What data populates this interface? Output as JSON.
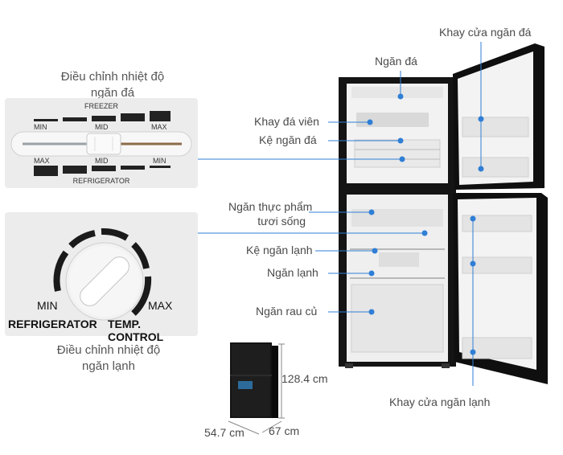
{
  "freezer_dial_caption": [
    "Điều chỉnh nhiệt độ",
    "ngăn đá"
  ],
  "freezer_dial": {
    "top_label": "FREEZER",
    "top_scale": [
      "MIN",
      "MID",
      "MAX"
    ],
    "bottom_scale": [
      "MAX",
      "MID",
      "MIN"
    ],
    "bottom_label": "REFRIGERATOR"
  },
  "fridge_dial": {
    "left": "MIN",
    "right": "MAX",
    "left_bottom": "REFRIGERATOR",
    "right_bottom": "TEMP. CONTROL"
  },
  "fridge_dial_caption": [
    "Điều chỉnh nhiệt độ",
    "ngăn lạnh"
  ],
  "parts": {
    "freezer_door_tray": "Khay cửa ngăn đá",
    "freezer": "Ngăn đá",
    "ice_tray": "Khay đá viên",
    "freezer_shelf": "Kệ ngăn đá",
    "fresh_food": [
      "Ngăn thực phẩm",
      "tươi sống"
    ],
    "fridge_shelf": "Kệ ngăn lạnh",
    "fridge": "Ngăn lạnh",
    "vegetable": "Ngăn rau củ",
    "fridge_door_tray": "Khay cửa ngăn lạnh"
  },
  "dimensions": {
    "height": "128.4 cm",
    "width": "54.7 cm",
    "depth": "67 cm"
  },
  "colors": {
    "callout": "#2f7fd6",
    "fridge_body": "#111111"
  }
}
